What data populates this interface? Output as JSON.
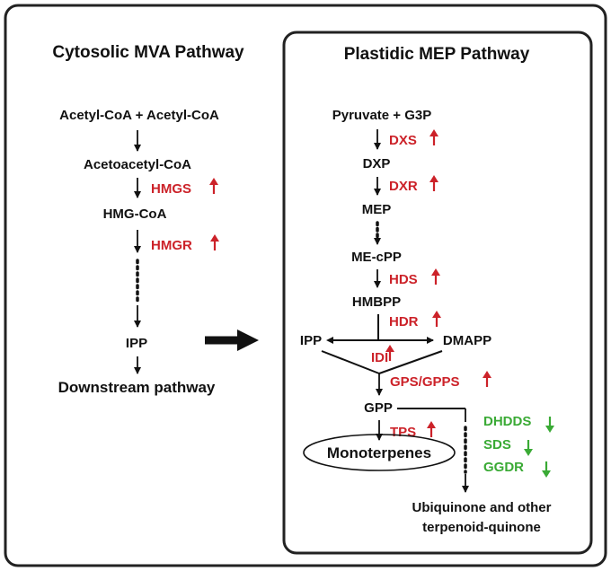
{
  "colors": {
    "text": "#111111",
    "up": "#cc2229",
    "down": "#3aaa35",
    "frame": "#222222"
  },
  "mva": {
    "title": "Cytosolic MVA Pathway",
    "acetyl": "Acetyl-CoA + Acetyl-CoA",
    "acetoacetyl": "Acetoacetyl-CoA",
    "hmgs": "HMGS",
    "hmgcoa": "HMG-CoA",
    "hmgr": "HMGR",
    "ipp": "IPP",
    "downstream": "Downstream pathway"
  },
  "mep": {
    "title": "Plastidic MEP Pathway",
    "pyruvate": "Pyruvate + G3P",
    "dxs": "DXS",
    "dxp": "DXP",
    "dxr": "DXR",
    "mep_metab": "MEP",
    "mecpp": "ME-cPP",
    "hds": "HDS",
    "hmbpp": "HMBPP",
    "hdr": "HDR",
    "ipp": "IPP",
    "dmapp": "DMAPP",
    "idi": "IDI",
    "gps": "GPS/GPPS",
    "gpp": "GPP",
    "tps": "TPS",
    "monoterpenes": "Monoterpenes",
    "dhdds": "DHDDS",
    "sds": "SDS",
    "ggdr": "GGDR",
    "ubiquinone1": "Ubiquinone and other",
    "ubiquinone2": "terpenoid-quinone"
  }
}
